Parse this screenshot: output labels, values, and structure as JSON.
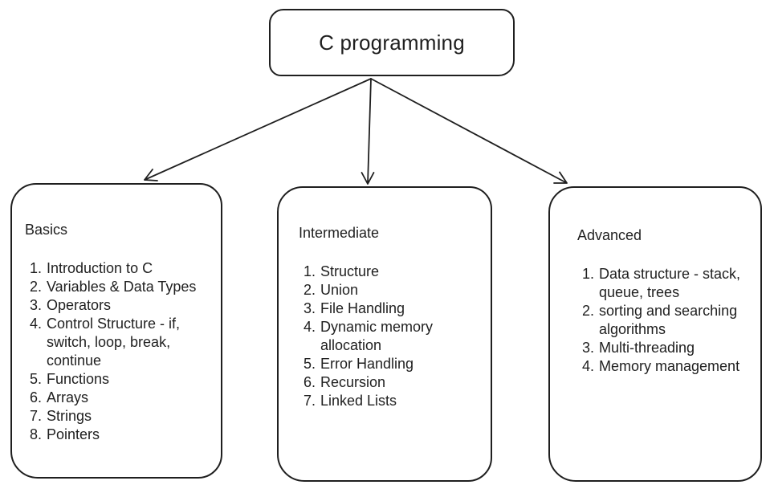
{
  "colors": {
    "stroke": "#1f1f1f",
    "background": "#ffffff",
    "text": "#1f1f1f"
  },
  "diagram": {
    "root": {
      "label": "C programming"
    },
    "branches": [
      {
        "title": "Basics",
        "items": [
          "Introduction to C",
          "Variables & Data Types",
          "Operators",
          "Control Structure - if, switch, loop, break, continue",
          "Functions",
          "Arrays",
          "Strings",
          "Pointers"
        ]
      },
      {
        "title": "Intermediate",
        "items": [
          "Structure",
          "Union",
          "File Handling",
          "Dynamic memory allocation",
          "Error Handling",
          "Recursion",
          "Linked Lists"
        ]
      },
      {
        "title": "Advanced",
        "items": [
          "Data structure - stack, queue, trees",
          "sorting and searching algorithms",
          "Multi-threading",
          "Memory management"
        ]
      }
    ],
    "edges": [
      {
        "from": "C programming",
        "to": "Basics"
      },
      {
        "from": "C programming",
        "to": "Intermediate"
      },
      {
        "from": "C programming",
        "to": "Advanced"
      }
    ]
  }
}
